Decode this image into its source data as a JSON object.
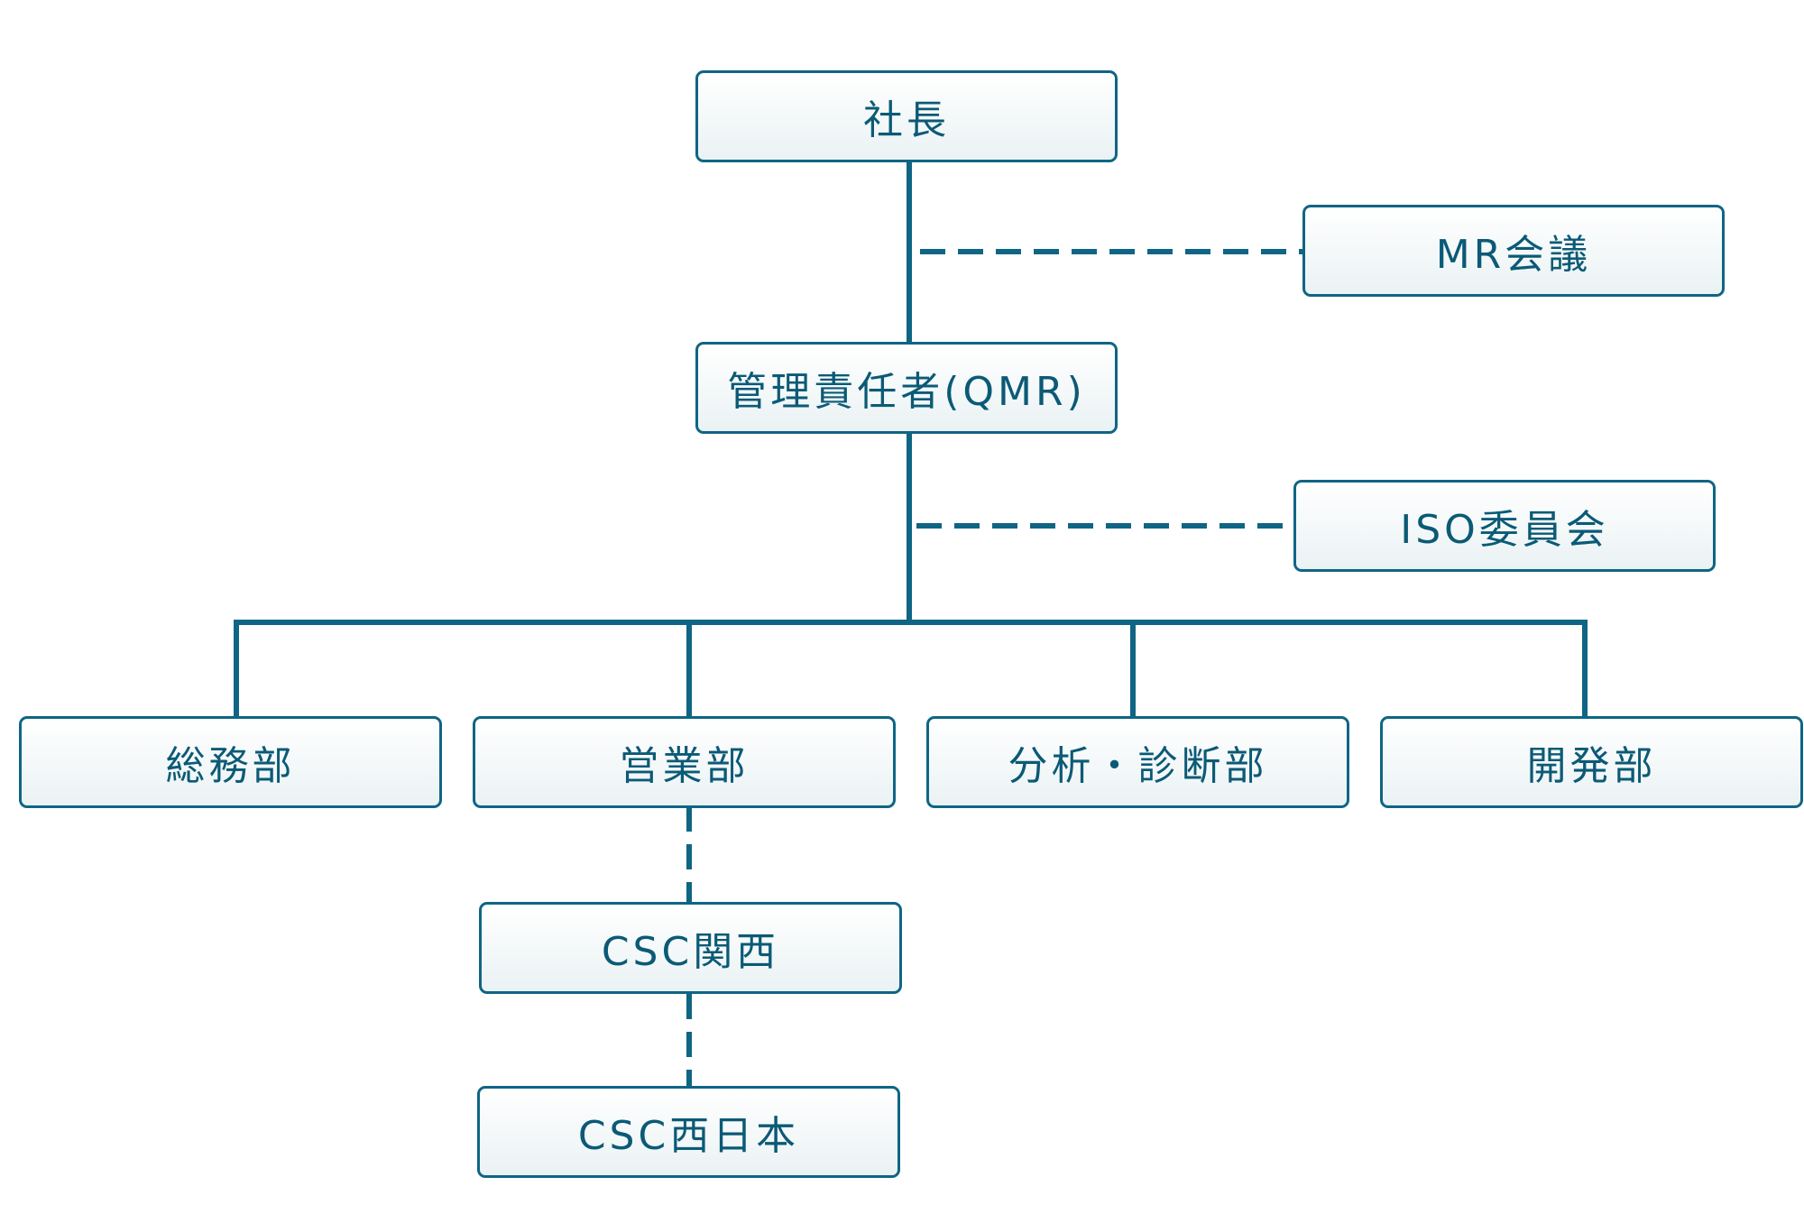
{
  "colors": {
    "line": "#0f6584",
    "text": "#0b5a76",
    "box_fill_top": "#ffffff",
    "box_fill_bottom": "#eaf2f4"
  },
  "nodes": {
    "president": "社長",
    "mr_meeting": "MR会議",
    "qmr": "管理責任者(QMR)",
    "iso_committee": "ISO委員会",
    "general_affairs": "総務部",
    "sales": "営業部",
    "analysis": "分析・診断部",
    "development": "開発部",
    "csc_kansai": "CSC関西",
    "csc_nishinihon": "CSC西日本"
  }
}
